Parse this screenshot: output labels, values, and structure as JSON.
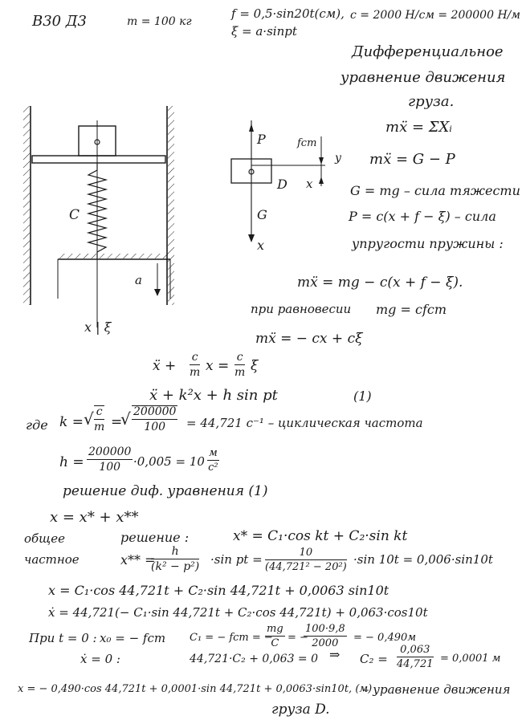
{
  "header": {
    "variant": "В30 Д3",
    "mass": "m = 100 кг",
    "f_def": "f = 0,5·sin20t(см),",
    "c_def": "c = 2000 Н/см = 200000 Н/м",
    "xi_def": "ξ = a·sinpt"
  },
  "figure": {
    "spring_label": "C",
    "xi_amp": "a",
    "axis_label": "x | ξ",
    "P": "P",
    "G": "G",
    "f_st": "fст",
    "y": "y",
    "D": "D",
    "x_small": "x",
    "x_axis": "x"
  },
  "right": {
    "title1": "Дифференциальное",
    "title2": "уравнение движения",
    "title3": "груза.",
    "newton": "mẍ = ΣXᵢ",
    "forces": "mẍ = G − P",
    "gravity": "G = mg – сила тяжести",
    "elastic": "P = c(x + f − ξ) – сила",
    "elastic2": "упругости пружины :"
  },
  "body": {
    "eq1": "mẍ = mg − c(x + f − ξ).",
    "equilibrium_label": "при равновесии",
    "equilibrium": "mg = cfст",
    "eq2": "mẍ = − cx + cξ",
    "eq3_left": "ẍ +",
    "eq3_frac_num": "c",
    "eq3_frac_den": "m",
    "eq3_mid": "x =",
    "eq3_end": "ξ",
    "eq4": "ẍ + k²x + h sin pt",
    "eq4_num": "(1)",
    "k_label": "где",
    "k_lhs": "k =",
    "k_sqrt_num": "c",
    "k_sqrt_den": "m",
    "k_eq": "=",
    "k_val_num": "200000",
    "k_val_den": "100",
    "k_result": "= 44,721 c⁻¹ – циклическая частота",
    "h_lhs": "h =",
    "h_num": "200000",
    "h_den": "100",
    "h_mid": "·0,005 = 10",
    "h_unit_num": "м",
    "h_unit_den": "c²",
    "sol_title": "решение диф. уравнения (1)",
    "sol_sum": "x = x* + x**",
    "general_label": "общее",
    "general_word": "решение :",
    "general_eq": "x* = C₁·cos kt + C₂·sin kt",
    "particular_label": "частное",
    "partic_lhs": "x** =",
    "partic_num": "h",
    "partic_den": "(k² − p²)",
    "partic_mid": "·sin pt =",
    "partic_num2": "10",
    "partic_den2": "(44,721² − 20²)",
    "partic_end": "·sin 10t = 0,006·sin10t",
    "x_full": "x = C₁·cos 44,721t + C₂·sin 44,721t + 0,0063 sin10t",
    "xdot_full": "ẋ = 44,721(− C₁·sin 44,721t + C₂·cos 44,721t) + 0,063·cos10t",
    "ic_label": "При t = 0 :",
    "ic_x0": "x₀ = − fст",
    "ic_c1_lhs": "C₁ = − fст = −",
    "ic_c1_num": "mg",
    "ic_c1_den": "C",
    "ic_c1_eq": "= −",
    "ic_c1_num2": "100·9,8",
    "ic_c1_den2": "2000",
    "ic_c1_res": "= − 0,490м",
    "ic_xdot": "ẋ = 0 :",
    "ic_c2_eq": "44,721·C₂ + 0,063 = 0",
    "ic_arrow": "⇒",
    "ic_c2_lhs": "C₂ =",
    "ic_c2_num": "0,063",
    "ic_c2_den": "44,721",
    "ic_c2_res": "= 0,0001 м",
    "final_eq": "x = − 0,490·cos 44,721t + 0,0001·sin 44,721t + 0,0063·sin10t, (м)",
    "final_tail": "– уравнение движения",
    "final_tail2": "груза D."
  }
}
